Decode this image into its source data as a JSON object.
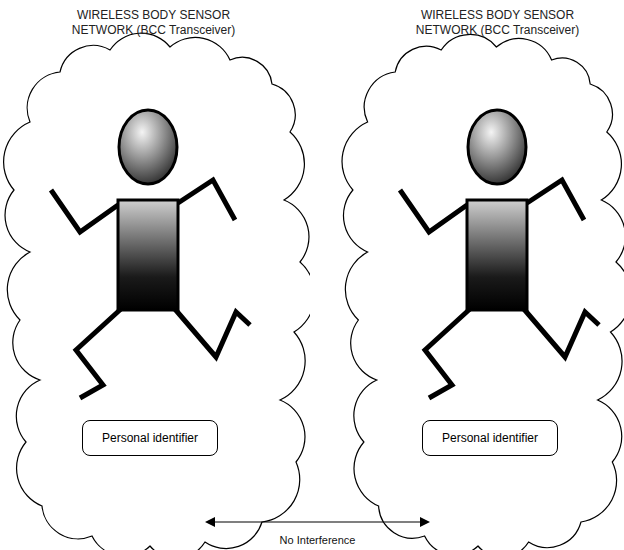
{
  "diagram": {
    "nodes": [
      {
        "text": [
          "WIRELESS BODY SENSOR NETWORK (BCC Transceiver)"
        ]
      },
      {
        "text": [
          "Personal identifier"
        ],
        "in": 0
      },
      {
        "text": [
          "WIRELESS BODY SENSOR NETWORK (BCC Transceiver)"
        ]
      },
      {
        "text": [
          "Personal identifier"
        ],
        "in": 2
      }
    ],
    "edges": [
      {
        "from": 0,
        "to": 2,
        "arrow": "both",
        "label": "No Interference"
      }
    ]
  }
}
